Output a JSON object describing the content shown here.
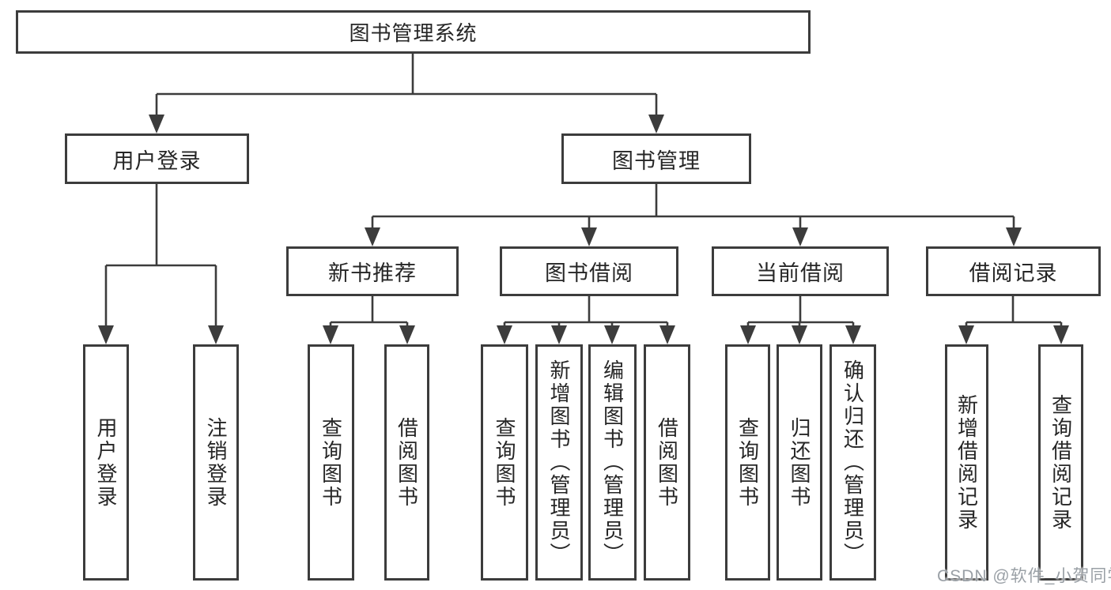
{
  "diagram": {
    "tree": {
      "label": "图书管理系统",
      "children": [
        {
          "label": "用户登录",
          "children": [
            {
              "label": "用户登录"
            },
            {
              "label": "注销登录"
            }
          ]
        },
        {
          "label": "图书管理",
          "children": [
            {
              "label": "新书推荐",
              "children": [
                {
                  "label": "查询图书"
                },
                {
                  "label": "借阅图书"
                }
              ]
            },
            {
              "label": "图书借阅",
              "children": [
                {
                  "label": "查询图书"
                },
                {
                  "label": "新增图书（管理员）"
                },
                {
                  "label": "编辑图书（管理员）"
                },
                {
                  "label": "借阅图书"
                }
              ]
            },
            {
              "label": "当前借阅",
              "children": [
                {
                  "label": "查询图书"
                },
                {
                  "label": "归还图书"
                },
                {
                  "label": "确认归还（管理员）"
                }
              ]
            },
            {
              "label": "借阅记录",
              "children": [
                {
                  "label": "新增借阅记录"
                },
                {
                  "label": "查询借阅记录"
                }
              ]
            }
          ]
        }
      ]
    }
  },
  "watermark": "CSDN @软件_小贺同学",
  "colors": {
    "line": "#3c3c3c",
    "text": "#262626",
    "watermark": "#9aa0a6",
    "background": "#ffffff"
  }
}
